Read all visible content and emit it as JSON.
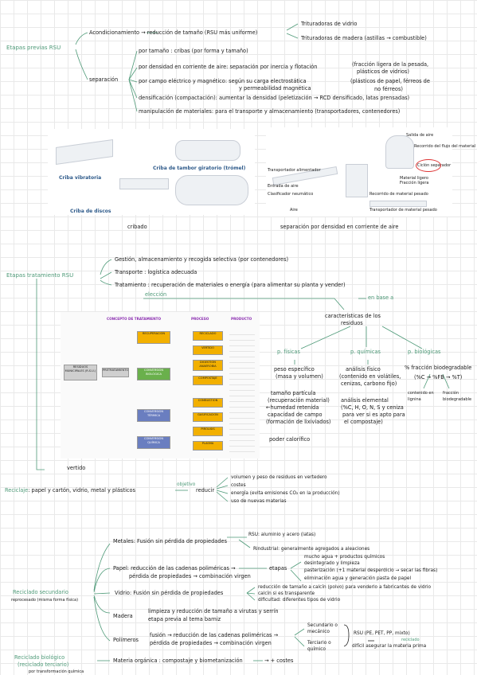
{
  "etapas": {
    "title": "Etapas previas RSU",
    "acond": "Acondicionamiento → reducción de tamaño (RSU más uniforme)",
    "trit1": "Trituradoras de vidrio",
    "trit2": "Trituradoras de madera (astillas → combustible)",
    "separacion": "separación",
    "sep1": "por tamaño : cribas (por forma y tamaño)",
    "sep2": "por densidad en corriente de aire: separación por inercia y flotación",
    "sep2b": "(fracción ligera de la pesada,",
    "sep2c": "plásticos de vidrios)",
    "sep3": "por campo eléctrico y magnético: según su carga electrostática",
    "sep3b": "y permeabilidad magnética",
    "sep3c": "(plásticos de papel, férreos de",
    "sep3d": "no férreos)",
    "sep4": "densificación (compactación): aumentar la densidad (peletización → RCD densificado, latas prensadas)",
    "sep5": "manipulación de materiales: para el transporte y almacenamiento (transportadores, contenedores)"
  },
  "figuras": {
    "criba_vibratoria": "Criba vibratoria",
    "criba_tambor": "Criba de tambor giratorio (trómel)",
    "criba_discos": "Criba de discos",
    "cribado": "cribado",
    "sep_densidad": "separación por densidad en corriente de aire",
    "s1": "Salida de aire",
    "s2": "Recorrido del flujo del material ligero",
    "s3": "Ciclón separador",
    "s4": "Material ligero",
    "s5": "Fracción ligera",
    "s6": "Transportador alimentador",
    "s7": "Entrada de aire",
    "s8": "Clasificador neumático",
    "s9": "Recorrido de material pesado",
    "s10": "Transportador de material pesado",
    "s11": "Aire"
  },
  "tratamiento": {
    "title": "Etapas tratamiento RSU",
    "gestion": "Gestión, almacenamiento y recogida selectiva (por contenedores)",
    "transporte": "Transporte : logística adecuada",
    "trat": "Tratamiento : recuperación de materiales o energía (para alimentar su planta y vender)",
    "eleccion": "elección",
    "enbase": "en base a",
    "caract": "características de los",
    "residuos": "residuos",
    "pfisicas": "p. físicas",
    "pquimicas": "p. químicas",
    "pbiologicas": "p. biológicas",
    "f1": "peso específico",
    "f1b": "(masa y volumen)",
    "f2": "tamaño partícula",
    "f2b": "(recuperación material)",
    "f3": "←humedad retenida",
    "f4": "capacidad de campo",
    "f4b": "(formación de lixiviados)",
    "f5": "poder calorífico",
    "q1": "análisis físico",
    "q1b": "(contenido en volátiles,",
    "q1c": "cenizas, carbono fijo)",
    "q2": "análisis elemental",
    "q2b": "(%C, H, O, N, S y ceniza",
    "q2c": "para ver si es apto para",
    "q2d": "el compostaje)",
    "b1": "% fracción biodegradable",
    "b2": "(%C → %FB → %T)",
    "b3": "contenido en lignina",
    "b4": "fracción biodegradable",
    "vertido": "vertido"
  },
  "diagrama": {
    "concepto": "CONCEPTO DE TRATAMIENTO",
    "proceso": "PROCESO",
    "producto": "PRODUCTO",
    "residuos": "RESIDUOS MUNICIPALES (R.S.U.)",
    "pretrat": "PRETRATAMIENTO",
    "recuperacion": "RECUPERACIÓN",
    "conv_bio": "CONVERSIÓN BIOLÓGICA",
    "conv_term": "CONVERSIÓN TÉRMICA",
    "conv_quim": "CONVERSIÓN QUÍMICA",
    "reciclado": "RECICLADO",
    "vertido": "VERTIDO",
    "digestion": "DIGESTIÓN ANAEROBIA",
    "compostaje": "COMPOSTAJE",
    "combustion": "COMBUSTIÓN",
    "gasificacion": "GASIFICACIÓN",
    "pirolisis": "PIRÓLISIS",
    "plasma": "PLASMA"
  },
  "reciclaje": {
    "title": "Reciclaje",
    "items": "papel y cartón, vidrio, metal y plásticos",
    "objetivo": "objetivo",
    "reducir": "reducir",
    "r1": "volumen y peso de residuos en vertedero",
    "r2": "costes",
    "r3": "energía (evita emisiones CO₂ en la producción)",
    "r4": "uso de nuevas materias",
    "secundario": "Reciclado secundario",
    "secundario_sub": "reprocesado (misma forma física)",
    "metales": "Metales: Fusión sin pérdida de propiedades",
    "rsu_al": "RSU: aluminio y acero (latas)",
    "rindustrial": "Rindustrial: generalmente agregados a aleaciones",
    "papel1": "Papel: reducción de las cadenas poliméricas →",
    "papel2": "pérdida de propiedades → combinación virgen",
    "etapas": "etapas",
    "et1": "mucho agua + productos químicos",
    "et2": "desintegrado y limpieza",
    "et3": "pasterización (+1 material desperdicio → secar las fibras)",
    "et4": "eliminación agua y generación pasta de papel",
    "vidrio": "Vidrio: Fusión sin pérdida de propiedades",
    "v1": "reducción de tamaño a calcín (polvo) para venderlo a fabricantes de vidrio",
    "v2": "calcín si es transparente",
    "v3": "dificultad: diferentes tipos de vidrio",
    "madera": "Madera",
    "m1": "limpieza y reducción de tamaño a virutas y serrín",
    "m2": "etapa previa al tema barniz",
    "polimeros": "Polímeros",
    "p1": "fusión → reducción de las cadenas poliméricas →",
    "p2": "pérdida de propiedades → combinación virgen",
    "p3": "Secundario o mecánico",
    "p4": "Terciario o químico",
    "p5": "RSU (PE, PET, PP, mixto)",
    "p6": "reciclado",
    "p7": "difícil asegurar la materia prima",
    "biologico": "Reciclado biológico",
    "biologico2": "(reciclado terciario)",
    "biologico_sub": "por transformación química",
    "materia": "Materia orgánica : compostaje y biometanización",
    "costes": "→ + costes"
  }
}
